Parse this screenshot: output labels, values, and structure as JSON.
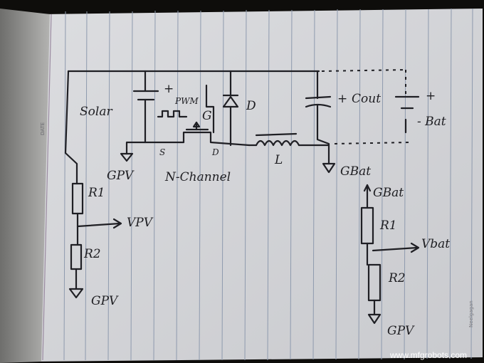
{
  "notebook": {
    "date_label": "DATE",
    "brand": "Neelgagan"
  },
  "watermark": "www.mfgrobots.com",
  "circuit": {
    "solar": "Solar",
    "plus": "+",
    "pwm": "PWM",
    "gate": "G",
    "source": "S",
    "drain": "D",
    "mosfet": "N-Channel",
    "diode": "D",
    "inductor": "L",
    "cap_plus": "+",
    "cout": "Cout",
    "bat_plus": "+",
    "bat": "- Bat",
    "gpv": "GPV",
    "gbat": "GBat"
  },
  "pv_divider": {
    "r1": "R1",
    "r2": "R2",
    "vout": "VPV",
    "gnd": "GPV"
  },
  "bat_divider": {
    "top": "GBat",
    "r1": "R1",
    "r2": "R2",
    "vout": "Vbat",
    "gnd": "GPV"
  }
}
